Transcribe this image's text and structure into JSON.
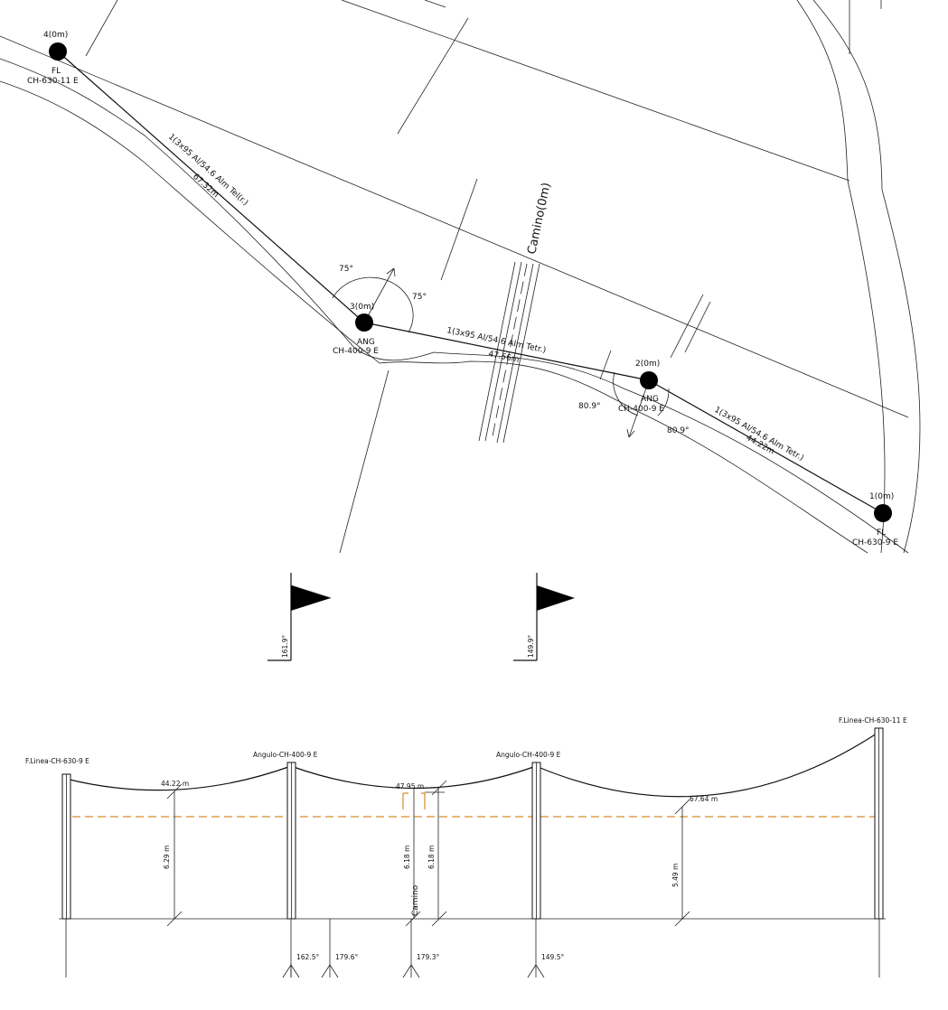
{
  "plan": {
    "road_label": "Camino(0m)",
    "poles": [
      {
        "id": "4(0m)",
        "type": "FL",
        "model": "CH-630-11  E"
      },
      {
        "id": "3(0m)",
        "type": "ANG",
        "model": "CH-400-9  E"
      },
      {
        "id": "2(0m)",
        "type": "ANG",
        "model": "CH-400-9  E"
      },
      {
        "id": "1(0m)",
        "type": "FL",
        "model": "CH-630-9  E"
      }
    ],
    "spans": [
      {
        "conductor": "1(3x95  Al/54.6  Alm  Tel(r.)",
        "length": "67.32m"
      },
      {
        "conductor": "1(3x95  Al/54.6  Alm  Tetr.)",
        "length": "47.56m"
      },
      {
        "conductor": "1(3x95  Al/54.6  Alm  Tetr.)",
        "length": "44.22m"
      }
    ],
    "angles": {
      "pole3_a": "75°",
      "pole3_b": "75°",
      "pole2_a": "80.9°",
      "pole2_b": "80.9°"
    }
  },
  "markers": [
    {
      "angle": "161.9°"
    },
    {
      "angle": "149.9°"
    }
  ],
  "profile": {
    "supports": [
      {
        "label": "F.Linea-CH-630-9  E"
      },
      {
        "label": "Angulo-CH-400-9  E"
      },
      {
        "label": "Angulo-CH-400-9  E"
      },
      {
        "label": "F.Linea-CH-630-11  E"
      }
    ],
    "spans": [
      {
        "length": "44.22  m",
        "clearance": "6.29  m"
      },
      {
        "length": "47.95  m",
        "clearance": "6.18  m",
        "clearance2": "6.18  m"
      },
      {
        "length": "67.64  m",
        "clearance": "5.49  m"
      }
    ],
    "road_label": "Camino",
    "bottom_angles": [
      "162.5°",
      "179.6°",
      "179.3°",
      "149.5°"
    ]
  }
}
